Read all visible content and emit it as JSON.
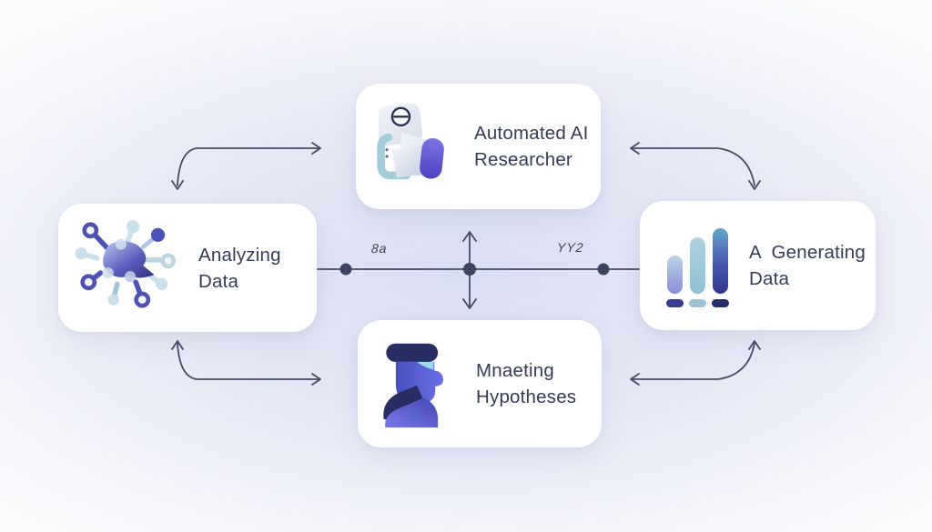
{
  "diagram": {
    "nodes": {
      "top": {
        "line1": "Automated AI",
        "line2": "Researcher",
        "icon": "robot-researcher-icon"
      },
      "left": {
        "line1": "Analyzing",
        "line2": "Data",
        "icon": "molecule-network-icon"
      },
      "right": {
        "line1": "A  Generating",
        "line2": "Data",
        "icon": "bar-chart-icon"
      },
      "bottom": {
        "line1": "Mnaeting",
        "line2": "Hypotheses",
        "icon": "person-profile-icon"
      }
    },
    "connector_labels": {
      "left": "8a",
      "right": "YY2"
    },
    "colors": {
      "background_lavender": "#e2e5f4",
      "card_background": "#ffffff",
      "label_text": "#363b58",
      "connector": "#474b63",
      "accent_indigo": "#4c42c4",
      "accent_teal": "#a5ccd9",
      "accent_navy": "#272e63"
    }
  }
}
